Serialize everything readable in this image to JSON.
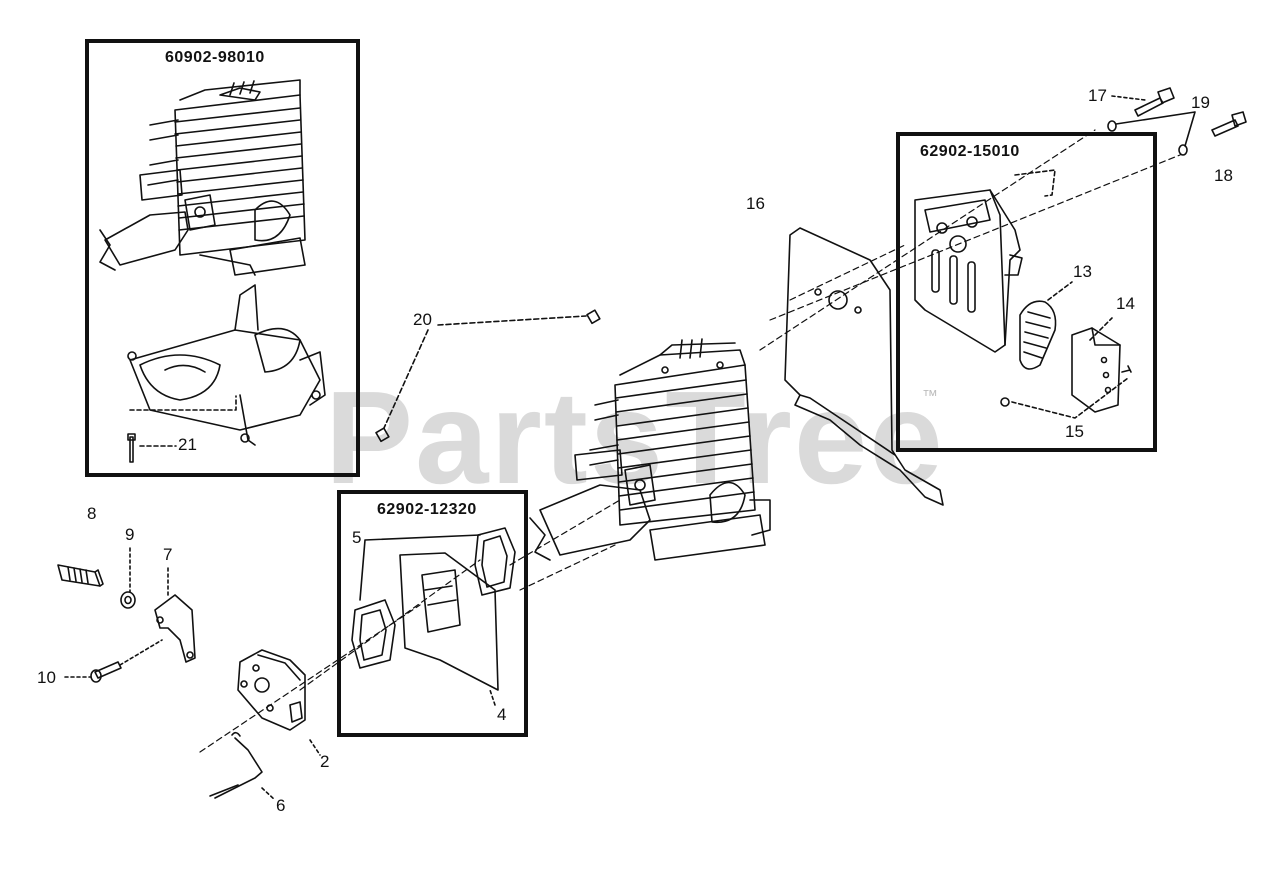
{
  "watermark": {
    "brand": "PartsTree",
    "trademark": "™"
  },
  "kits": [
    {
      "id": "kit-short-block",
      "part_number": "60902-98010"
    },
    {
      "id": "kit-muffler",
      "part_number": "62902-15010"
    },
    {
      "id": "kit-gasket",
      "part_number": "62902-12320"
    }
  ],
  "callouts": {
    "c2": "2",
    "c4": "4",
    "c5": "5",
    "c6": "6",
    "c7": "7",
    "c8": "8",
    "c9": "9",
    "c10": "10",
    "c13": "13",
    "c14": "14",
    "c15": "15",
    "c16": "16",
    "c17": "17",
    "c18": "18",
    "c19": "19",
    "c20": "20",
    "c21": "21"
  }
}
